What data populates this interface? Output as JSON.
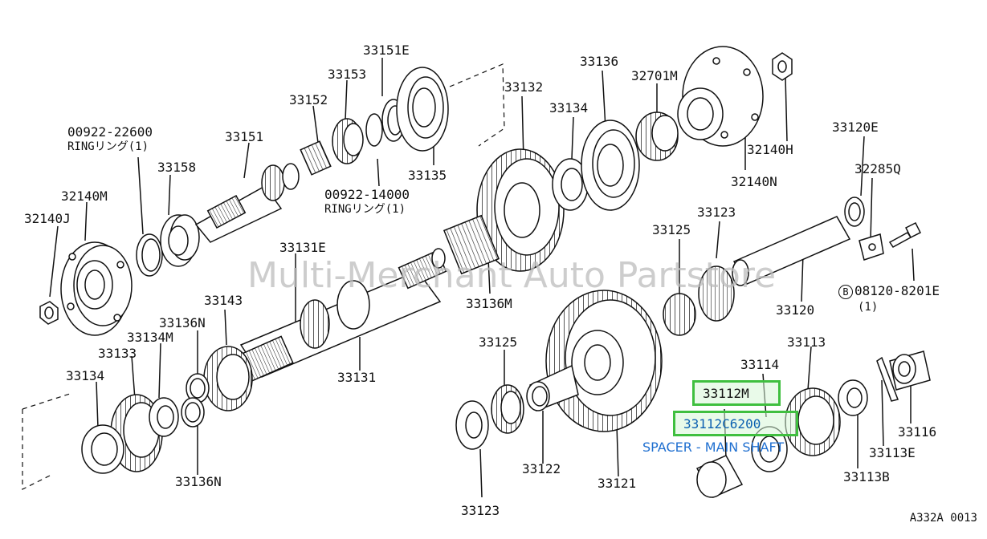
{
  "watermark": "Multi-Merchant Auto Partstore",
  "diagram_ref": "A332A 0013",
  "highlight": {
    "primary_label": "33112M",
    "secondary_label": "33112C6200",
    "secondary_description": "SPACER - MAIN SHAFT"
  },
  "bolt_marker": "B",
  "labels": [
    {
      "text": "33151E"
    },
    {
      "text": "33153"
    },
    {
      "text": "33152"
    },
    {
      "text": "00922-22600"
    },
    {
      "text": "RINGリング(1)"
    },
    {
      "text": "33151"
    },
    {
      "text": "33158"
    },
    {
      "text": "32140M"
    },
    {
      "text": "32140J"
    },
    {
      "text": "33135"
    },
    {
      "text": "00922-14000"
    },
    {
      "text": "RINGリング(1)"
    },
    {
      "text": "33132"
    },
    {
      "text": "33136"
    },
    {
      "text": "32701M"
    },
    {
      "text": "33134"
    },
    {
      "text": "32140H"
    },
    {
      "text": "32140N"
    },
    {
      "text": "33120E"
    },
    {
      "text": "32285Q"
    },
    {
      "text": "33123"
    },
    {
      "text": "33125"
    },
    {
      "text": "33131E"
    },
    {
      "text": "33136M"
    },
    {
      "text": "33120"
    },
    {
      "text": "08120-8201E"
    },
    {
      "text": "(1)"
    },
    {
      "text": "33143"
    },
    {
      "text": "33136N"
    },
    {
      "text": "33134M"
    },
    {
      "text": "33133"
    },
    {
      "text": "33134"
    },
    {
      "text": "33131"
    },
    {
      "text": "33125"
    },
    {
      "text": "33114"
    },
    {
      "text": "33113"
    },
    {
      "text": "33116"
    },
    {
      "text": "33113E"
    },
    {
      "text": "33113B"
    },
    {
      "text": "33136N"
    },
    {
      "text": "33122"
    },
    {
      "text": "33121"
    },
    {
      "text": "33123"
    }
  ]
}
